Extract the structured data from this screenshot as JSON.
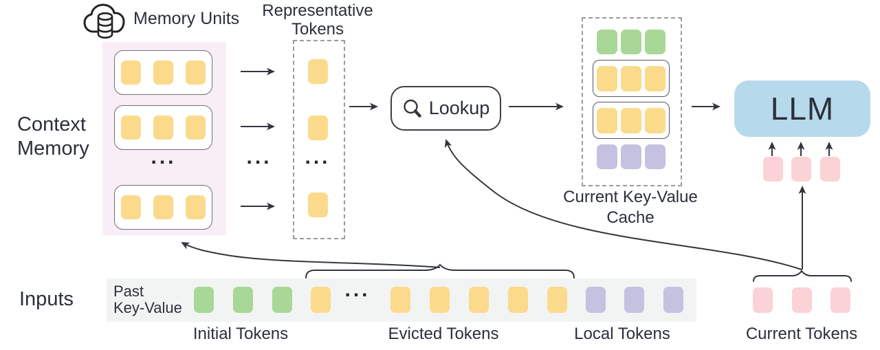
{
  "palette": {
    "yellow": "#FBDA8C",
    "green": "#A8D797",
    "purple": "#C4C1E1",
    "pink": "#FBD2D6",
    "blue": "#B7D9EC",
    "panelbg": "#F9EEF6",
    "stripbg": "#F2F4F4",
    "text": "#2B3039",
    "arrow": "#33373D",
    "outline": "#6E6F75",
    "dash": "#9A9AA0"
  },
  "left": {
    "context_memory_line1": "Context",
    "context_memory_line2": "Memory",
    "inputs": "Inputs"
  },
  "memory": {
    "title": "Memory Units",
    "ellipsis": "..."
  },
  "representative": {
    "line1": "Representative",
    "line2": "Tokens",
    "ellipsis": "..."
  },
  "middle_ellipsis": "...",
  "lookup": {
    "label": "Lookup"
  },
  "cache": {
    "line1": "Current Key-Value",
    "line2": "Cache"
  },
  "llm": {
    "label": "LLM"
  },
  "inputs_strip": {
    "past_line1": "Past",
    "past_line2": "Key-Value",
    "ellipsis": "..."
  },
  "group_labels": {
    "initial": "Initial Tokens",
    "evicted": "Evicted Tokens",
    "local": "Local Tokens",
    "current": "Current Tokens"
  }
}
